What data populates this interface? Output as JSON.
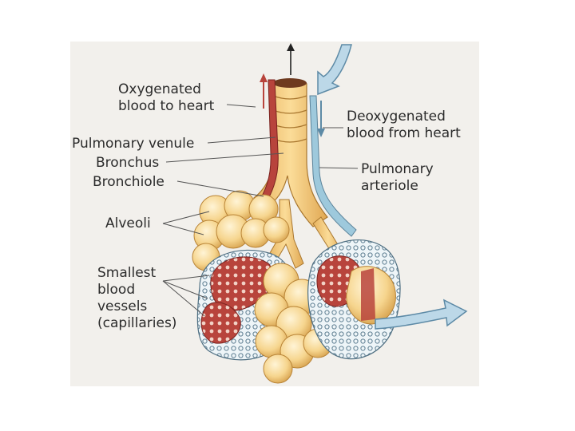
{
  "labels": {
    "oxygenated": [
      "Oxygenated",
      "blood to heart"
    ],
    "deoxygenated": [
      "Deoxygenated",
      "blood from heart"
    ],
    "pulmonary_venule": "Pulmonary venule",
    "bronchus": "Bronchus",
    "bronchiole": "Bronchiole",
    "pulmonary_arteriole": [
      "Pulmonary",
      "arteriole"
    ],
    "alveoli": "Alveoli",
    "smallest_vessels": [
      "Smallest",
      "blood",
      "vessels",
      "(capillaries)"
    ]
  },
  "colors": {
    "background": "#f2f0ec",
    "airway": "#f3c97a",
    "alveolus": "#f6d58e",
    "venule_red": "#b8443c",
    "arteriole_blue": "#9ec9dc",
    "flow_arrow": "#bcd8e8",
    "text": "#2b2b2b"
  }
}
